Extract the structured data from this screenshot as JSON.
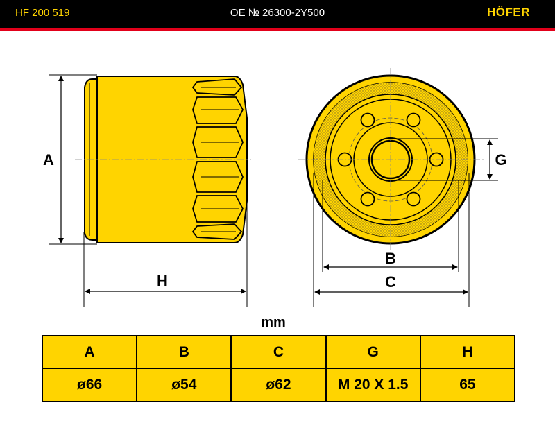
{
  "header": {
    "product_code": "HF 200 519",
    "oe_number": "OE № 26300-2Y500",
    "brand": "HÖFER"
  },
  "colors": {
    "filter_fill": "#ffd400",
    "header_bg": "#000000",
    "accent_line": "#e2001a",
    "brand_text": "#ffd400"
  },
  "diagram": {
    "label_a": "A",
    "label_h": "H",
    "label_b": "B",
    "label_c": "C",
    "label_g": "G"
  },
  "unit_label": "mm",
  "table": {
    "headers": [
      "A",
      "B",
      "C",
      "G",
      "H"
    ],
    "values": [
      "ø66",
      "ø54",
      "ø62",
      "M 20 X 1.5",
      "65"
    ]
  }
}
